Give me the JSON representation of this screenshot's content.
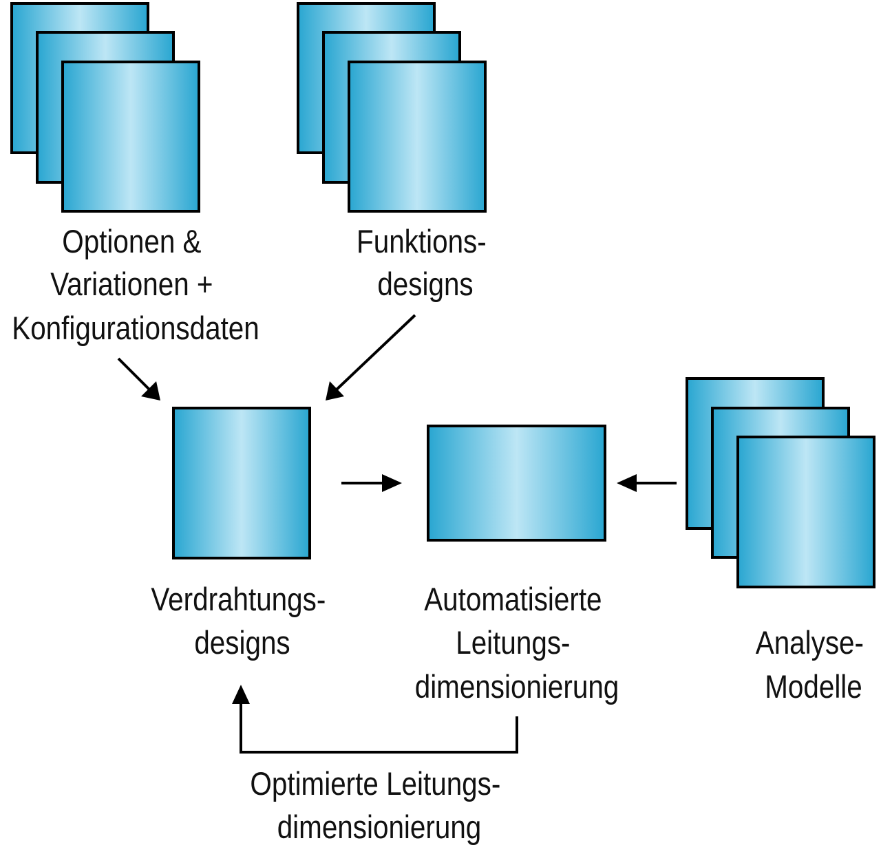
{
  "colors": {
    "box_fill_dark": "#29A6D1",
    "box_fill_light": "#BDE6F5",
    "box_stroke": "#000000",
    "arrow": "#000000",
    "text": "#111111"
  },
  "nodes": {
    "options": {
      "line1": "Optionen &",
      "line2": "Variationen +",
      "line3": "Konfigurationsdaten"
    },
    "functions": {
      "line1": "Funktions-",
      "line2": "designs"
    },
    "wiring": {
      "line1": "Verdrahtungs-",
      "line2": "designs"
    },
    "sizing": {
      "line1": "Automatisierte",
      "line2": "Leitungs-",
      "line3": "dimensionierung"
    },
    "analysis": {
      "line1": "Analyse-",
      "line2": "Modelle"
    },
    "feedback": {
      "line1": "Optimierte Leitungs-",
      "line2": "dimensionierung"
    }
  }
}
